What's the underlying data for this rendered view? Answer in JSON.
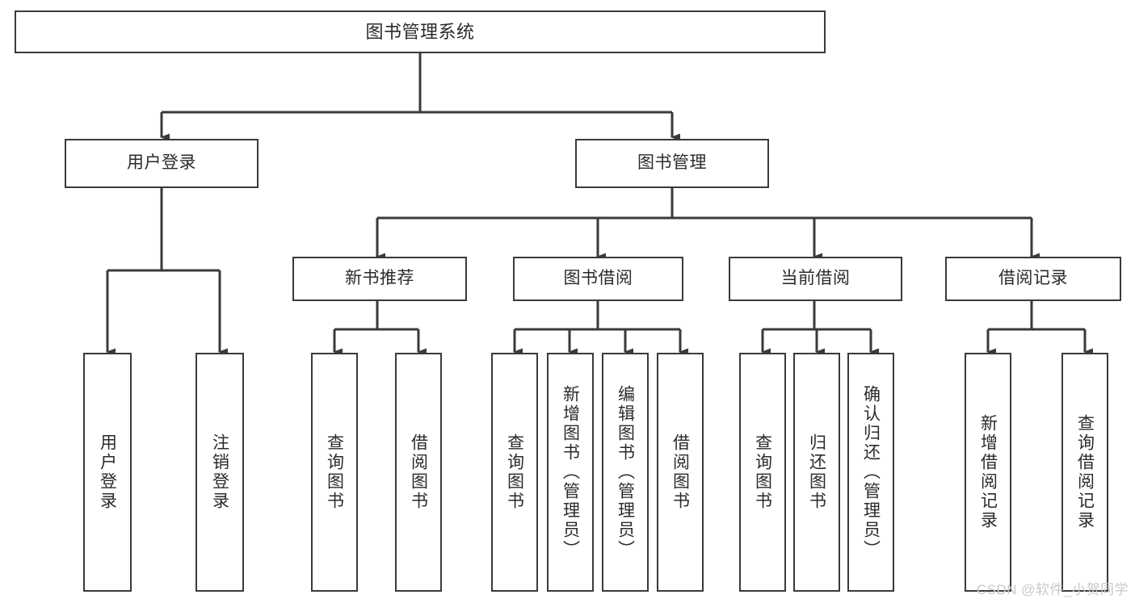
{
  "diagram": {
    "title": "图书管理系统",
    "watermark": "CSDN @软件_小贺同学",
    "colors": {
      "stroke": "#3a3a3a",
      "fill": "#ffffff",
      "text": "#2b2b2b",
      "watermark": "#c8c8c8"
    },
    "nodes": {
      "root": {
        "label": "图书管理系统"
      },
      "level2": [
        {
          "label": "用户登录"
        },
        {
          "label": "图书管理"
        }
      ],
      "level3": [
        {
          "label": "新书推荐"
        },
        {
          "label": "图书借阅"
        },
        {
          "label": "当前借阅"
        },
        {
          "label": "借阅记录"
        }
      ],
      "leaves_user_login": [
        {
          "label": "用户登录"
        },
        {
          "label": "注销登录"
        }
      ],
      "leaves_new_book": [
        {
          "label": "查询图书"
        },
        {
          "label": "借阅图书"
        }
      ],
      "leaves_borrow": [
        {
          "label": "查询图书"
        },
        {
          "label": "新增图书（管理员）"
        },
        {
          "label": "编辑图书（管理员）"
        },
        {
          "label": "借阅图书"
        }
      ],
      "leaves_current": [
        {
          "label": "查询图书"
        },
        {
          "label": "归还图书"
        },
        {
          "label": "确认归还（管理员）"
        }
      ],
      "leaves_records": [
        {
          "label": "新增借阅记录"
        },
        {
          "label": "查询借阅记录"
        }
      ]
    }
  }
}
